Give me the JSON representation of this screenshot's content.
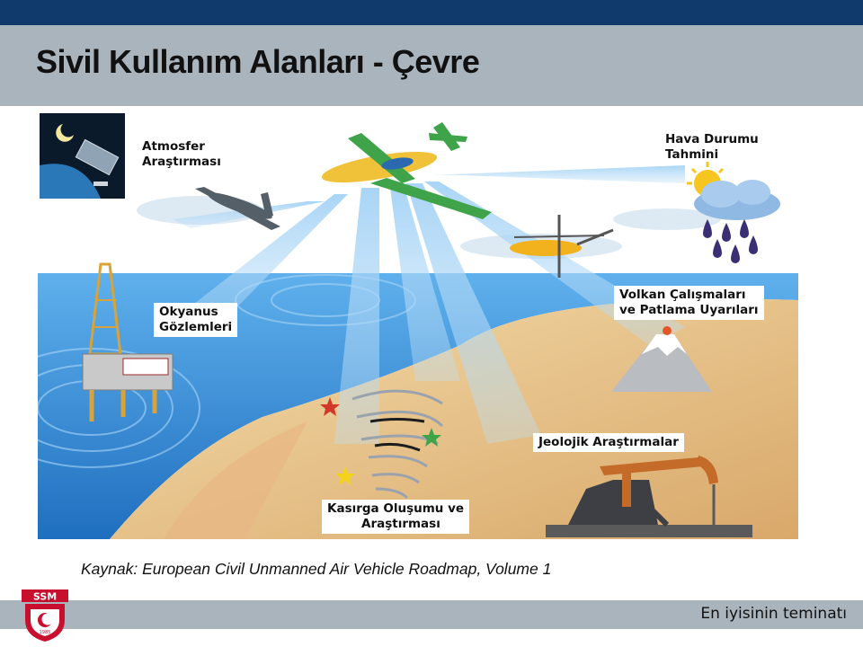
{
  "slide": {
    "title": "Sivil Kullanım Alanları - Çevre",
    "source": "Kaynak: European Civil Unmanned Air Vehicle Roadmap, Volume 1",
    "tagline": "En iyisinin teminatı"
  },
  "diagram": {
    "labels": {
      "atmosphere": [
        "Atmosfer",
        "Araştırması"
      ],
      "weather": [
        "Hava Durumu",
        "Tahmini"
      ],
      "ocean": [
        "Okyanus",
        "Gözlemleri"
      ],
      "volcano": [
        "Volkan Çalışmaları",
        "ve Patlama Uyarıları"
      ],
      "geology": "Jeolojik Araştırmalar",
      "hurricane": [
        "Kasırga Oluşumu ve",
        "Araştırması"
      ]
    }
  },
  "logo": {
    "text": "SSM",
    "year": "1985"
  },
  "colors": {
    "topbar": "#0f3a6b",
    "titlebar": "#a9b4bd",
    "sky": "#ffffff",
    "sea": "#3b8fd6",
    "sand": "#e9c98a"
  }
}
